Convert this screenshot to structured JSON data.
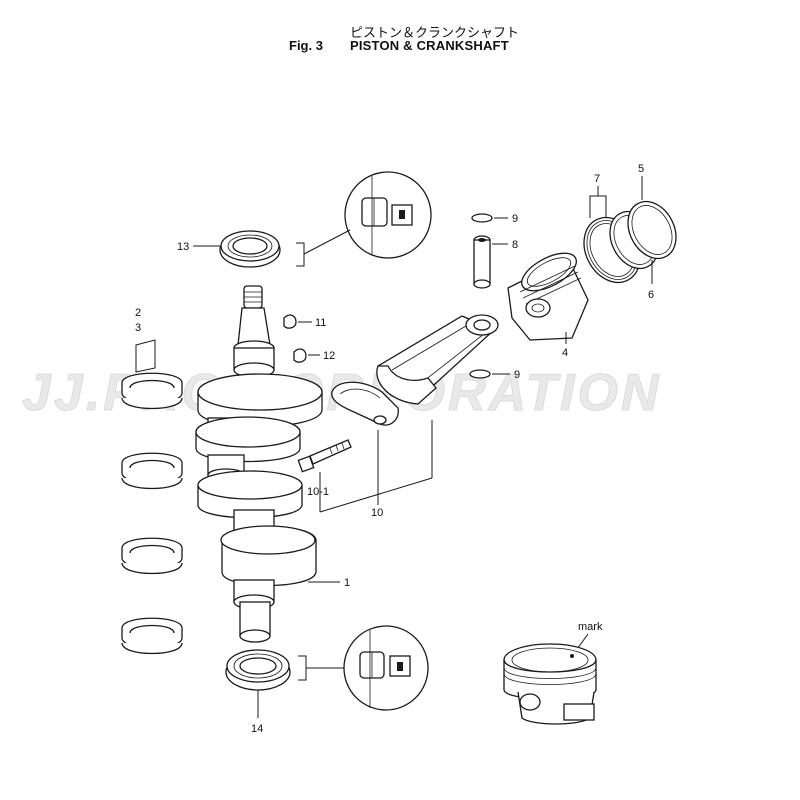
{
  "header": {
    "title_jp": "ピストン＆クランクシャフト",
    "fig_no": "Fig. 3",
    "title_en": "PISTON & CRANKSHAFT"
  },
  "watermark": {
    "text": "JJ.PRO CORPORATION",
    "color": "#e2e2e2"
  },
  "callouts": {
    "p1": "1",
    "p2": "2",
    "p3": "3",
    "p4": "4",
    "p5": "5",
    "p6": "6",
    "p7": "7",
    "p8": "8",
    "p9a": "9",
    "p9b": "9",
    "p10": "10",
    "p10_1": "10-1",
    "p11": "11",
    "p12": "12",
    "p13": "13",
    "p14": "14"
  },
  "mark_label": "mark",
  "colors": {
    "line": "#1a1a1a",
    "background": "#ffffff"
  }
}
